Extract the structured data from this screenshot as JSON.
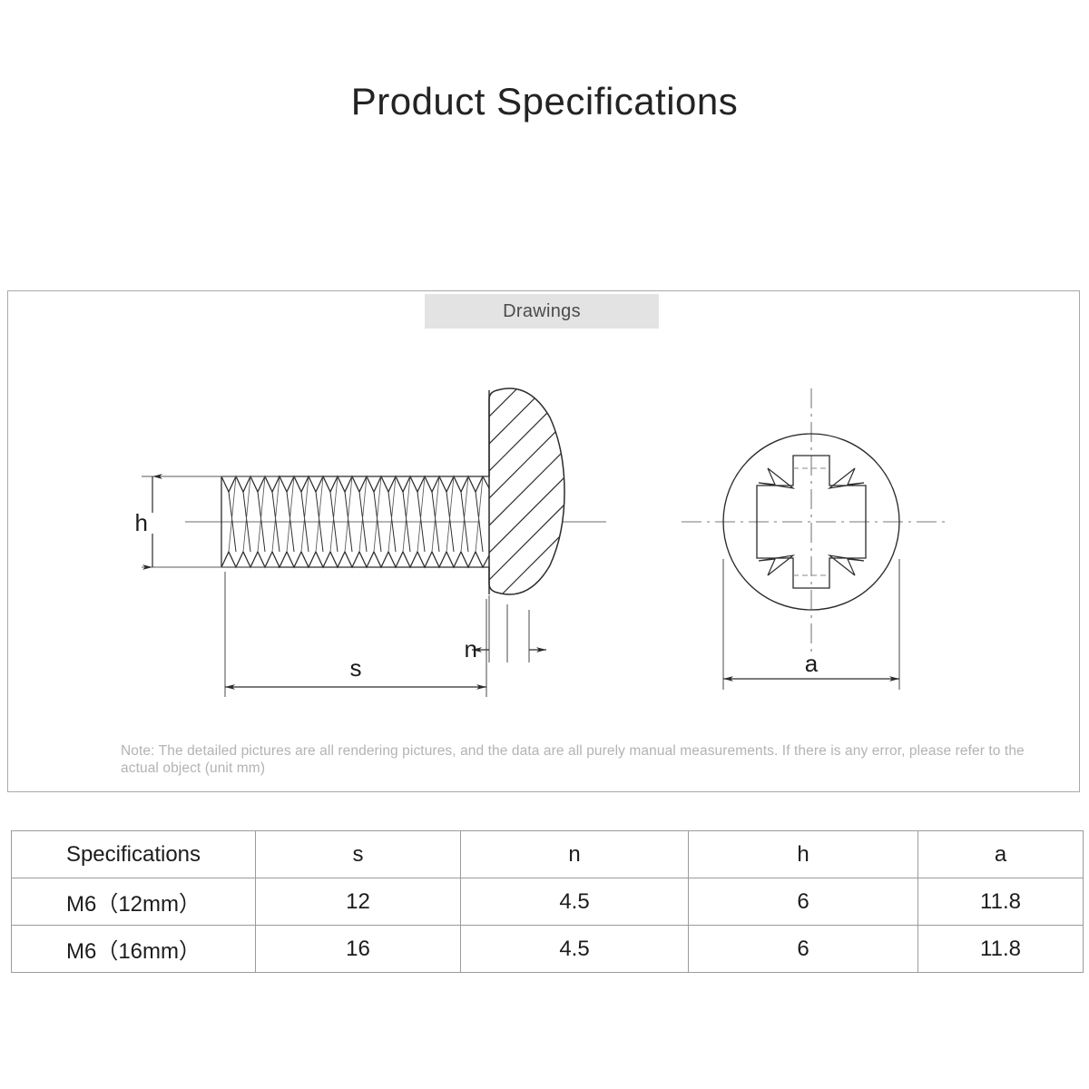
{
  "page": {
    "title": "Product Specifications",
    "background_color": "#ffffff"
  },
  "drawings_panel": {
    "tab_label": "Drawings",
    "tab_background": "#e3e3e3",
    "border_color": "#a9a9a9",
    "note": "Note: The detailed pictures are all rendering pictures, and the data are all purely manual measurements. If there is any error, please refer to the actual object (unit mm)",
    "note_color": "#b3b3b3",
    "side_view": {
      "name": "screw-side-view",
      "description": "Threaded machine screw with pan head shown in section with hatching",
      "dimension_labels": {
        "h": "h",
        "s": "s",
        "n": "n"
      }
    },
    "front_view": {
      "name": "screw-head-front-view",
      "description": "Pozidriv cross recess head viewed from top with centerlines",
      "dimension_labels": {
        "a": "a"
      }
    }
  },
  "spec_table": {
    "headers": [
      "Specifications",
      "s",
      "n",
      "h",
      "a"
    ],
    "rows": [
      {
        "spec": "M6（12mm）",
        "s": "12",
        "n": "4.5",
        "h": "6",
        "a": "11.8"
      },
      {
        "spec": "M6（16mm）",
        "s": "16",
        "n": "4.5",
        "h": "6",
        "a": "11.8"
      }
    ]
  }
}
